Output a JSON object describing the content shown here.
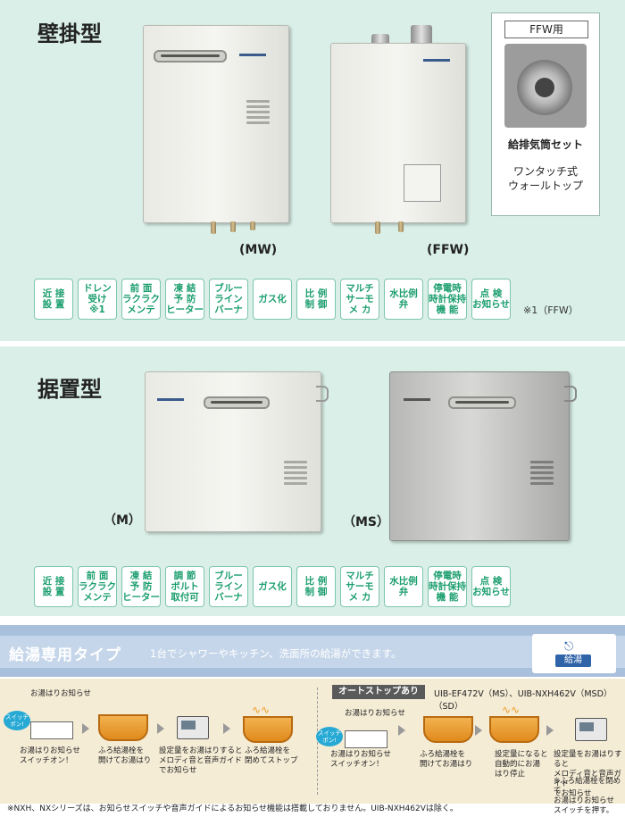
{
  "wall_section": {
    "title": "壁掛型",
    "models": [
      "(MW)",
      "(FFW)"
    ],
    "badges": [
      "近 接\n設 置",
      "ドレン\n受け\n※1",
      "前 面\nラクラク\nメンテ",
      "凍 結\n予 防\nヒーター",
      "ブルー\nライン\nバーナ",
      "ガス化",
      "比 例\n制 御",
      "マルチ\nサーモ\nメ カ",
      "水比例\n弁",
      "停電時\n時計保持\n機 能",
      "点 検\nお知らせ"
    ],
    "note": "※1（FFW）"
  },
  "ffw_inset": {
    "tag": "FFW用",
    "name": "給排気筒セット",
    "desc_line1": "ワンタッチ式",
    "desc_line2": "ウォールトップ"
  },
  "floor_section": {
    "title": "据置型",
    "models": [
      "（M）",
      "（MS）"
    ],
    "badges": [
      "近 接\n設 置",
      "前 面\nラクラク\nメンテ",
      "凍 結\n予 防\nヒーター",
      "調 節\nボルト\n取付可",
      "ブルー\nライン\nバーナ",
      "ガス化",
      "比 例\n制 御",
      "マルチ\nサーモ\nメ カ",
      "水比例\n弁",
      "停電時\n時計保持\n機 能",
      "点 検\nお知らせ"
    ]
  },
  "hot_water": {
    "title": "給湯専用タイプ",
    "description": "1台でシャワーやキッチン、洗面所の給湯ができます。",
    "icon_label": "給湯",
    "autostop_label": "オートストップあり",
    "autostop_models": "UIB-EF472V（MS）、UIB-NXH462V（MSD）（SD）",
    "switch_bubble": "スイッチ\nポン!",
    "left_steps": [
      "お湯はりお知らせ",
      "お湯はりお知らせ\nスイッチオン！",
      "ふろ給湯栓を\n開けてお湯はり",
      "設定量をお湯はりすると\nメロディ音と音声ガイド\nでお知らせ",
      "ふろ給湯栓を\n閉めてストップ"
    ],
    "right_steps": [
      "お湯はりお知らせ",
      "お湯はりお知らせ\nスイッチオン！",
      "ふろ給湯栓を\n開けてお湯はり",
      "設定量になると\n自動的にお湯\nはり停止",
      "設定量をお湯はりすると\nメロディ音と音声ガイド\nでお知らせ",
      "※ふろ給湯栓を閉めて\nお湯はりお知らせ\nスイッチを押す。"
    ],
    "footer": "※NXH、NXシリーズは、お知らせスイッチや音声ガイドによるお知らせ機能は搭載しておりません。UIB-NXH462Vは除く。"
  }
}
